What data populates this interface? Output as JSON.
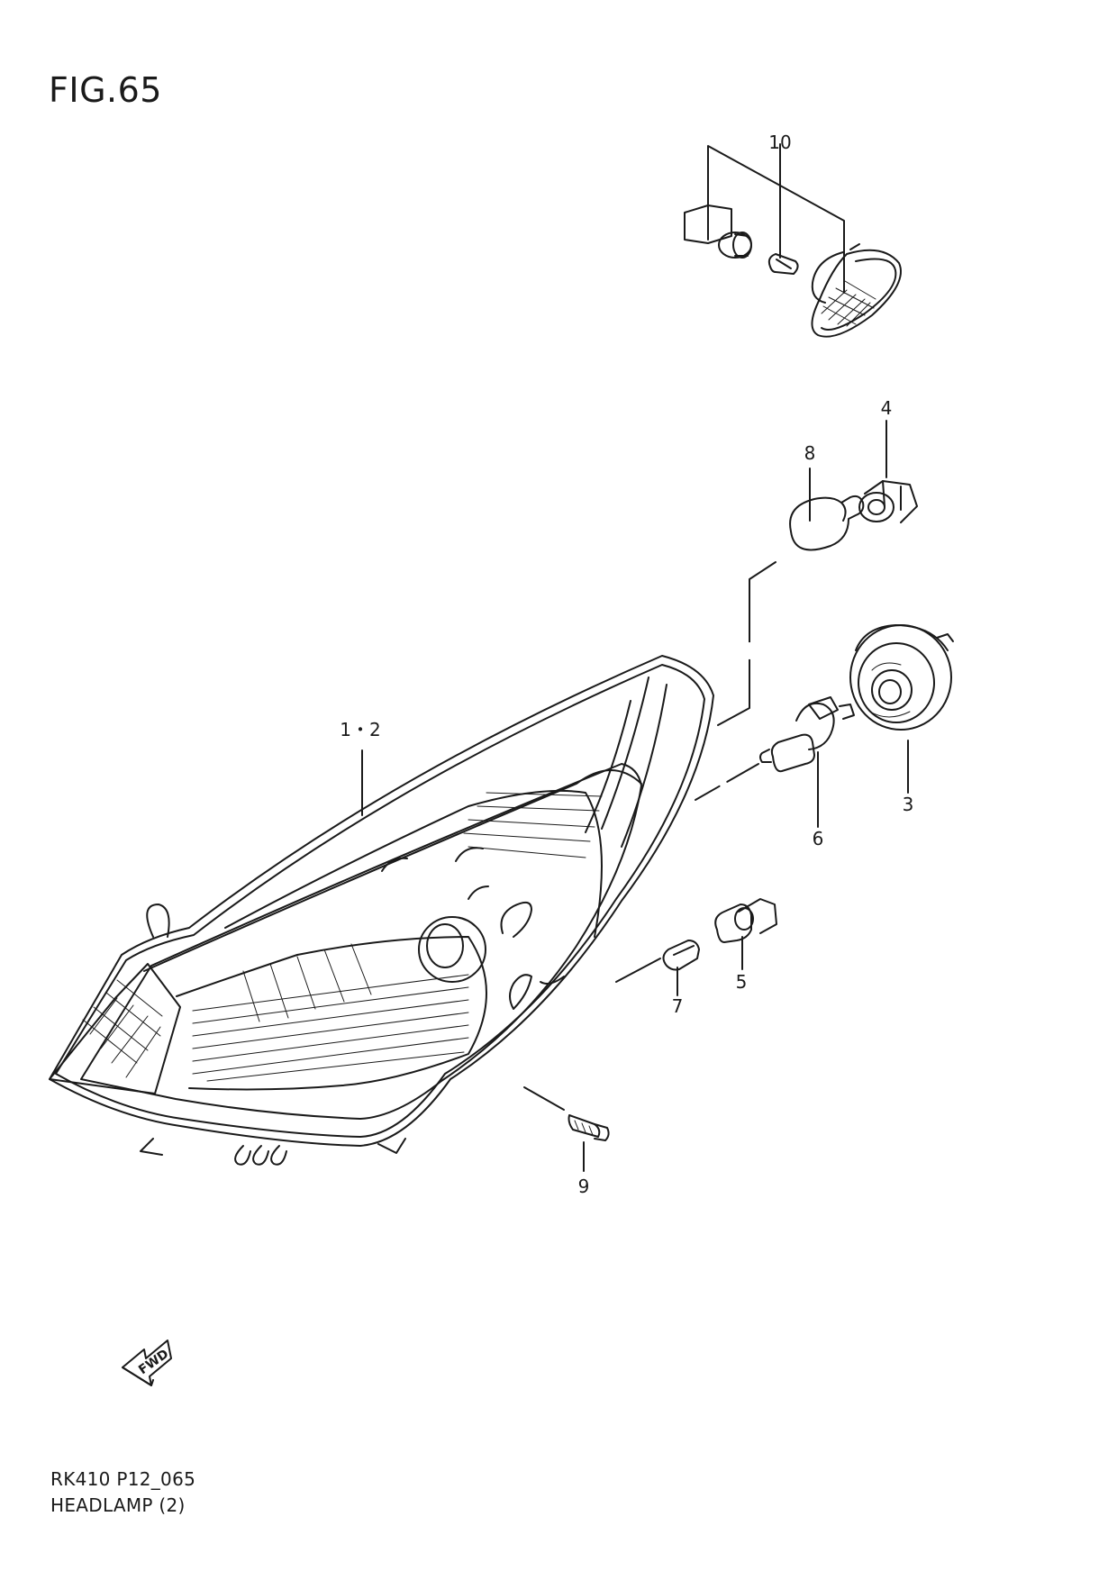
{
  "figure": {
    "title": "FIG.65",
    "code": "RK410 P12_065",
    "name": "HEADLAMP (2)"
  },
  "callouts": {
    "c10": "10",
    "c4": "4",
    "c8": "8",
    "c12": "1・2",
    "c3": "3",
    "c6": "6",
    "c5": "5",
    "c7": "7",
    "c9": "9"
  },
  "fwd_label": "FWD",
  "colors": {
    "line": "#1a1a1a",
    "background": "#ffffff"
  }
}
